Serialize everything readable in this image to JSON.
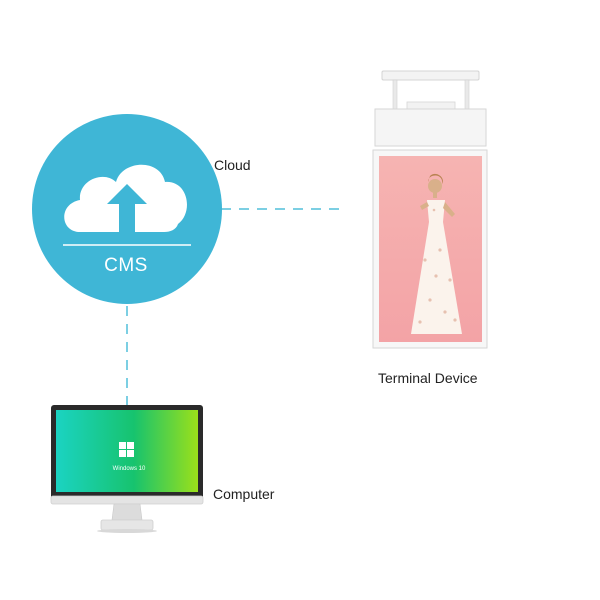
{
  "nodes": {
    "cloud": {
      "label": "Cloud",
      "badge": "CMS",
      "icon": "cloud-upload-icon",
      "color": "#3fb6d6"
    },
    "terminal": {
      "label": "Terminal Device",
      "icon": "hanging-display-icon"
    },
    "computer": {
      "label": "Computer",
      "icon": "desktop-monitor-icon",
      "screen_text": "Windows 10"
    }
  },
  "connections": [
    {
      "from": "Cloud",
      "to": "Terminal Device",
      "style": "dashed"
    },
    {
      "from": "Cloud",
      "to": "Computer",
      "style": "dashed"
    }
  ],
  "colors": {
    "accent": "#3fb6d6",
    "connector": "#7ccfe3"
  }
}
